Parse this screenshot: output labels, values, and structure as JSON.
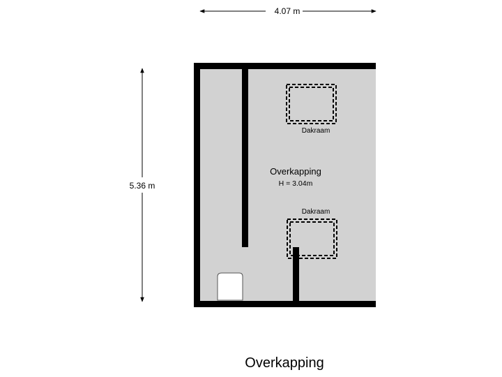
{
  "dimensions": {
    "width_label": "4.07 m",
    "depth_label": "5.36 m"
  },
  "room": {
    "name": "Overkapping",
    "height_label": "H = 3.04m"
  },
  "skylights": [
    {
      "label": "Dakraam"
    },
    {
      "label": "Dakraam"
    }
  ],
  "page": {
    "title": "Overkapping"
  },
  "colors": {
    "floor": "#d2d2d2",
    "wall": "#000000",
    "background": "#ffffff"
  }
}
